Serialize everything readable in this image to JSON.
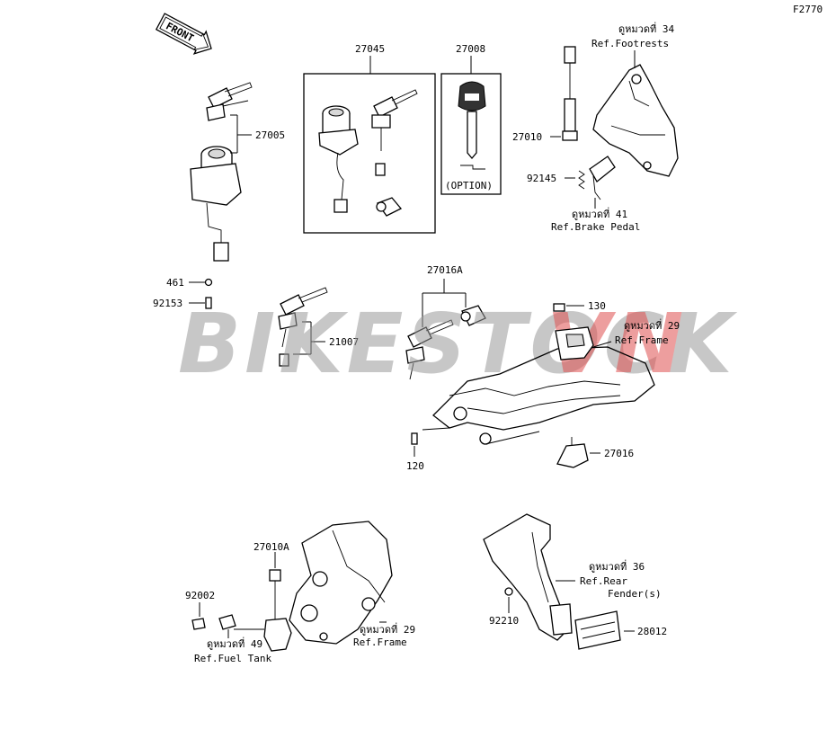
{
  "diagram_code": "F2770",
  "front_arrow_label": "FRONT",
  "watermark": {
    "main": "BIKESTOCK",
    "suffix": "VN"
  },
  "option_label": "(OPTION)",
  "parts": {
    "p27045": "27045",
    "p27008": "27008",
    "p27005": "27005",
    "p27010": "27010",
    "p92145": "92145",
    "p461": "461",
    "p92153": "92153",
    "p21007": "21007",
    "p27016A": "27016A",
    "p130": "130",
    "p27016": "27016",
    "p120": "120",
    "p27010A": "27010A",
    "p92002": "92002",
    "p92210": "92210",
    "p28012": "28012"
  },
  "refs": {
    "footrests_thai": "ดูหมวดที่ 34",
    "footrests": "Ref.Footrests",
    "brake_thai": "ดูหมวดที่ 41",
    "brake": "Ref.Brake Pedal",
    "frame1_thai": "ดูหมวดที่ 29",
    "frame1": "Ref.Frame",
    "fender_thai": "ดูหมวดที่ 36",
    "fender_l1": "Ref.Rear",
    "fender_l2": "Fender(s)",
    "frame2_thai": "ดูหมวดที่ 29",
    "frame2": "Ref.Frame",
    "fuel_thai": "ดูหมวดที่ 49",
    "fuel": "Ref.Fuel Tank"
  }
}
